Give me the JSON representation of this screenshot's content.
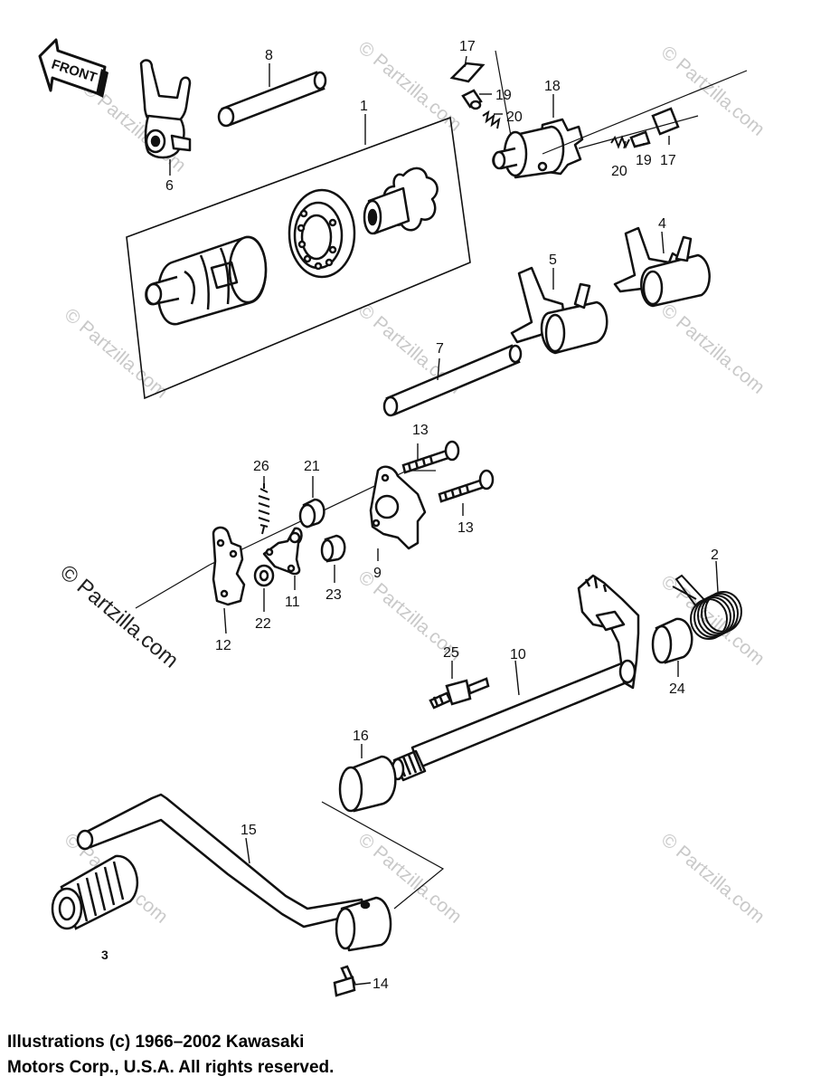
{
  "front_label": "FRONT",
  "callouts": [
    {
      "id": "p1",
      "text": "1"
    },
    {
      "id": "p2",
      "text": "2"
    },
    {
      "id": "p3",
      "text": "3"
    },
    {
      "id": "p4",
      "text": "4"
    },
    {
      "id": "p5",
      "text": "5"
    },
    {
      "id": "p6",
      "text": "6"
    },
    {
      "id": "p7",
      "text": "7"
    },
    {
      "id": "p8",
      "text": "8"
    },
    {
      "id": "p9",
      "text": "9"
    },
    {
      "id": "p10",
      "text": "10"
    },
    {
      "id": "p11",
      "text": "11"
    },
    {
      "id": "p12",
      "text": "12"
    },
    {
      "id": "p13a",
      "text": "13"
    },
    {
      "id": "p13b",
      "text": "13"
    },
    {
      "id": "p14",
      "text": "14"
    },
    {
      "id": "p15",
      "text": "15"
    },
    {
      "id": "p16",
      "text": "16"
    },
    {
      "id": "p17a",
      "text": "17"
    },
    {
      "id": "p17b",
      "text": "17"
    },
    {
      "id": "p18",
      "text": "18"
    },
    {
      "id": "p19a",
      "text": "19"
    },
    {
      "id": "p19b",
      "text": "19"
    },
    {
      "id": "p20a",
      "text": "20"
    },
    {
      "id": "p20b",
      "text": "20"
    },
    {
      "id": "p21",
      "text": "21"
    },
    {
      "id": "p22",
      "text": "22"
    },
    {
      "id": "p23",
      "text": "23"
    },
    {
      "id": "p24",
      "text": "24"
    },
    {
      "id": "p25",
      "text": "25"
    },
    {
      "id": "p26",
      "text": "26"
    }
  ],
  "watermark": "© Partzilla.com",
  "copyright": {
    "line1": "Illustrations (c) 1966–2002 Kawasaki",
    "line2": "Motors Corp., U.S.A.  All rights reserved."
  },
  "colors": {
    "ink": "#111111",
    "watermark": "#c9c9c9",
    "background": "#ffffff"
  }
}
